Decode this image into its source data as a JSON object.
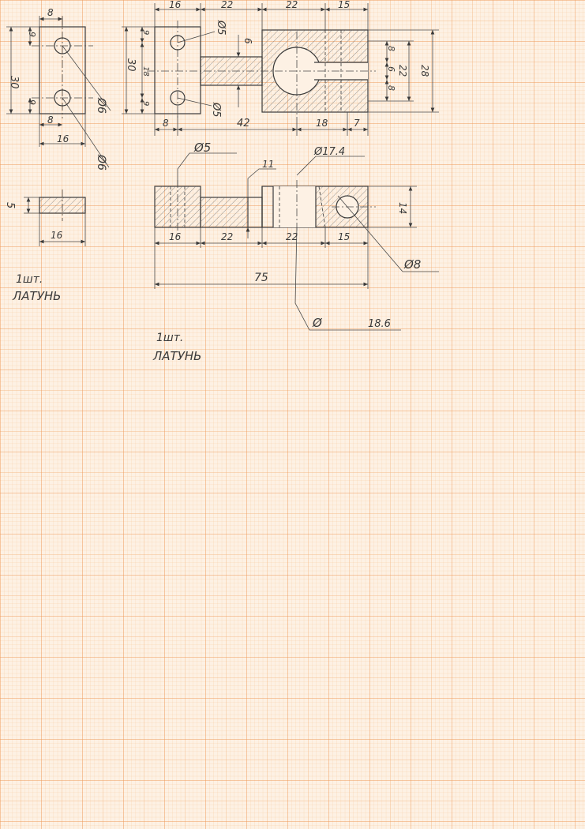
{
  "sheet": {
    "paper_color": "#fdf1e4",
    "grid_minor_color": "#f7c79a",
    "grid_major_color": "#ee9a5a",
    "ink_color": "#3a3a3a"
  },
  "small_part": {
    "dims": {
      "top": "8",
      "height": "30",
      "upper": "9",
      "lower": "9",
      "bottom_offset": "8",
      "width": "16",
      "hole_a": "Ø6",
      "hole_b": "Ø6"
    },
    "section_dims": {
      "thickness": "5",
      "length": "16"
    },
    "quantity": "1шт.",
    "material": "ЛАТУНЬ"
  },
  "main_part": {
    "top_dims": [
      "16",
      "22",
      "22",
      "15"
    ],
    "left_dims": {
      "edge_a": "9",
      "height": "30",
      "span": "18",
      "edge_b": "9"
    },
    "hole_top": "Ø5",
    "hole_bottom": "Ø5",
    "slot_width": "6",
    "right_dims": {
      "upper": "8",
      "middle": "6",
      "lower": "8",
      "inner": "22",
      "total": "28"
    },
    "bottom_dims": {
      "offset": "8",
      "left_span": "42",
      "right_span": "18",
      "tail": "7"
    },
    "front_dims": {
      "hole_small": "Ø5",
      "step": "11",
      "big_bore": "Ø17.4",
      "height": "14",
      "pin_hole": "Ø8",
      "segments": [
        "16",
        "22",
        "22",
        "15"
      ],
      "total": "75",
      "outer_bore": "Ø",
      "outer_bore_value": "18.6"
    },
    "quantity": "1шт.",
    "material": "ЛАТУНЬ"
  }
}
